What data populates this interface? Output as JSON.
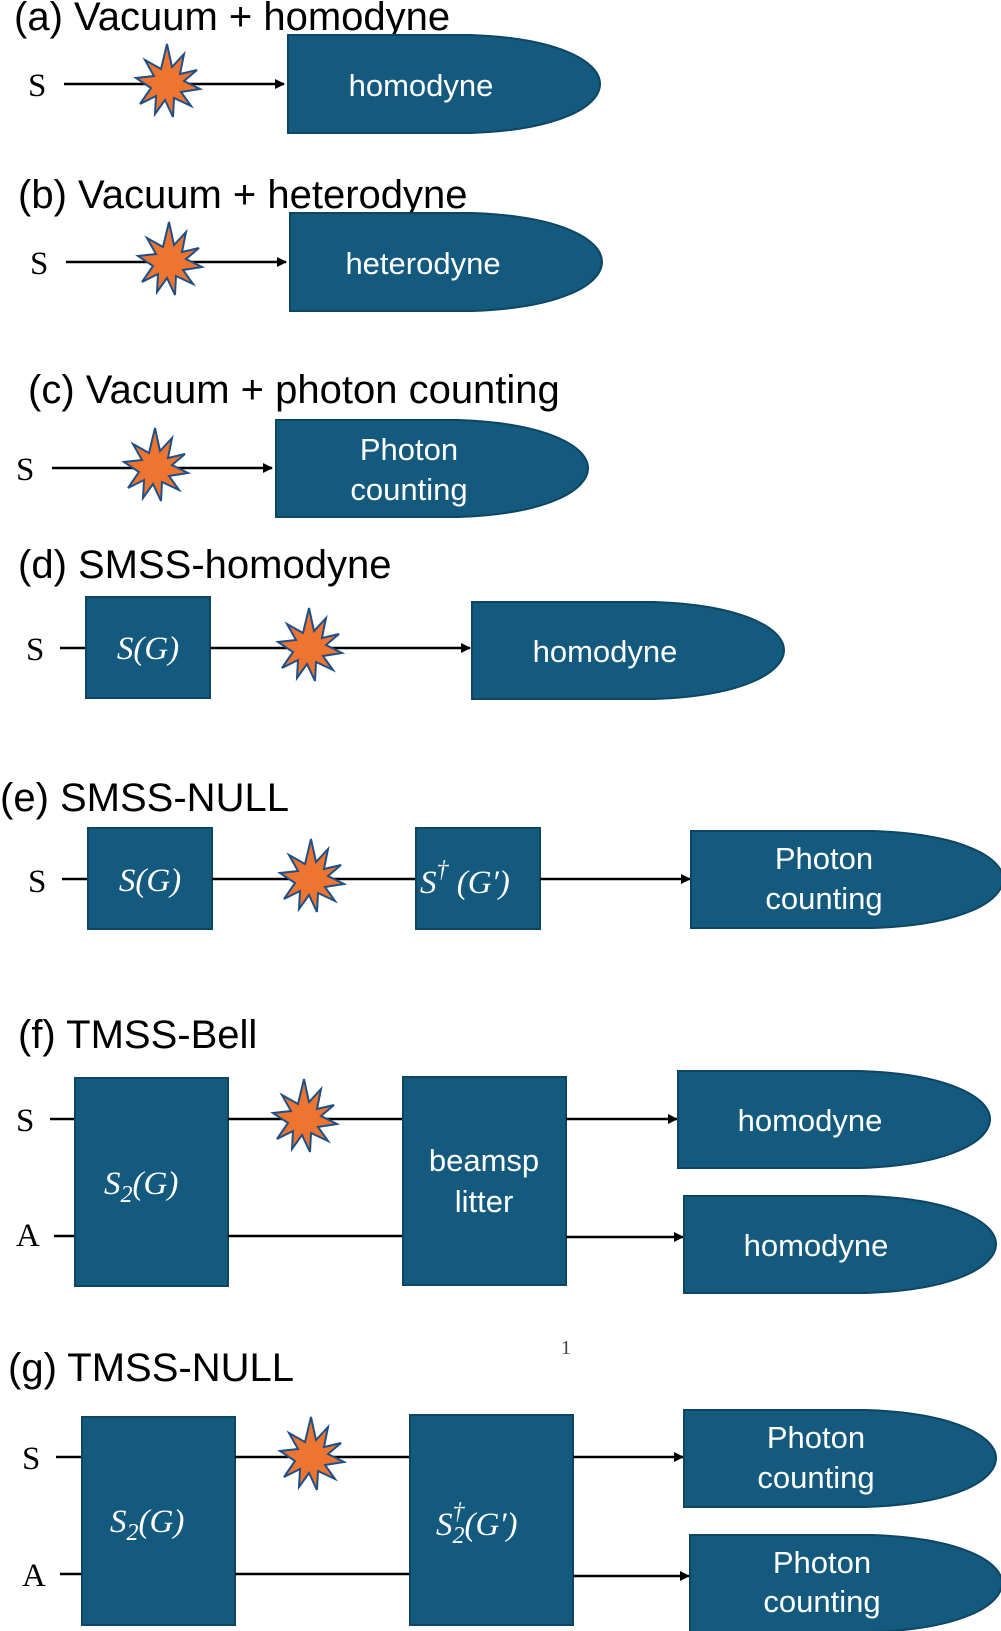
{
  "panels": {
    "a": {
      "title": "(a) Vacuum + homodyne",
      "port_s": "S",
      "detector": [
        "homodyne"
      ]
    },
    "b": {
      "title": "(b) Vacuum + heterodyne",
      "port_s": "S",
      "detector": [
        "heterodyne"
      ]
    },
    "c": {
      "title": "(c) Vacuum + photon counting",
      "port_s": "S",
      "detector": [
        "Photon",
        "counting"
      ]
    },
    "d": {
      "title": "(d) SMSS-homodyne",
      "port_s": "S",
      "squeezer": "S(G)",
      "detector": [
        "homodyne"
      ]
    },
    "e": {
      "title": "(e) SMSS-NULL",
      "port_s": "S",
      "squeezer": "S(G)",
      "unsqueezer": "S",
      "unsqueezer_sup": "†",
      "unsqueezer_arg": " (G′)",
      "detector": [
        "Photon",
        "counting"
      ]
    },
    "f": {
      "title": "(f) TMSS-Bell",
      "port_s": "S",
      "port_a": "A",
      "squeezer": "S",
      "squeezer_sub": "2",
      "squeezer_arg": "(G)",
      "beamsplitter": [
        "beamsp",
        "litter"
      ],
      "detector_s": [
        "homodyne"
      ],
      "detector_a": [
        "homodyne"
      ]
    },
    "g": {
      "title": "(g) TMSS-NULL",
      "port_s": "S",
      "port_a": "A",
      "squeezer": "S",
      "squeezer_sub": "2",
      "squeezer_arg": "(G)",
      "unsqueezer": "S",
      "unsqueezer_sub": "2",
      "unsqueezer_sup": "†",
      "unsqueezer_arg": "(G′)",
      "detector_s": [
        "Photon",
        "counting"
      ],
      "detector_a": [
        "Photon",
        "counting"
      ]
    }
  },
  "page_number": "1",
  "colors": {
    "box_fill": "#145a7e",
    "burst_fill": "#ee7530",
    "burst_outline": "#1f4f86"
  },
  "icons": {
    "loss": "noise-burst-icon"
  }
}
